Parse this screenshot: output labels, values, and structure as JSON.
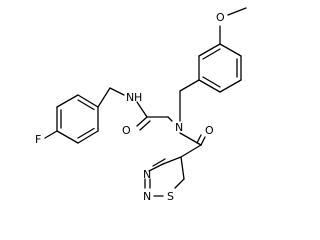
{
  "molecule": {
    "colors": {
      "bond": "#000000",
      "F": "#000000",
      "O": "#000000",
      "N": "#000000",
      "S": "#000000"
    },
    "atom_labels": {
      "F": "F",
      "NH": "N",
      "H": "H",
      "O_amide": "O",
      "N_tertiary": "N",
      "O_carbonyl": "O",
      "O_methoxy": "O",
      "N3": "N",
      "N2": "N",
      "S": "S"
    }
  }
}
